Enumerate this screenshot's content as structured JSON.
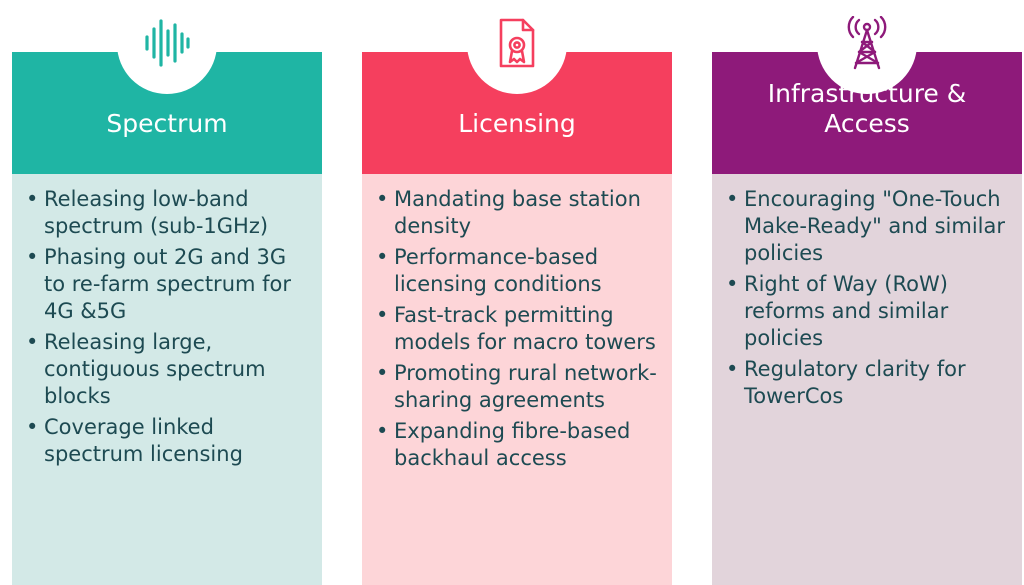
{
  "columns": [
    {
      "title": "Spectrum",
      "icon": "sound-wave-icon",
      "header_color": "#1fb5a4",
      "body_color": "#d3e9e7",
      "items": [
        "Releasing low-band spectrum (sub-1GHz)",
        "Phasing out 2G and 3G to re-farm spectrum for 4G &5G",
        "Releasing large, contiguous spectrum blocks",
        "Coverage linked spectrum licensing"
      ]
    },
    {
      "title": "Licensing",
      "icon": "certificate-document-icon",
      "header_color": "#f53f5e",
      "body_color": "#fdd5d8",
      "items": [
        "Mandating base station density",
        "Performance-based licensing conditions",
        "Fast-track permitting models for macro towers",
        "Promoting rural network-sharing agreements",
        "Expanding fibre-based backhaul access"
      ]
    },
    {
      "title": "Infrastructure &\nAccess",
      "icon": "cell-tower-icon",
      "header_color": "#8e1a7a",
      "body_color": "#e2d4db",
      "items": [
        "Encouraging \"One-Touch Make-Ready\" and similar policies",
        "Right of Way (RoW) reforms and similar policies",
        "Regulatory clarity for TowerCos"
      ]
    }
  ]
}
